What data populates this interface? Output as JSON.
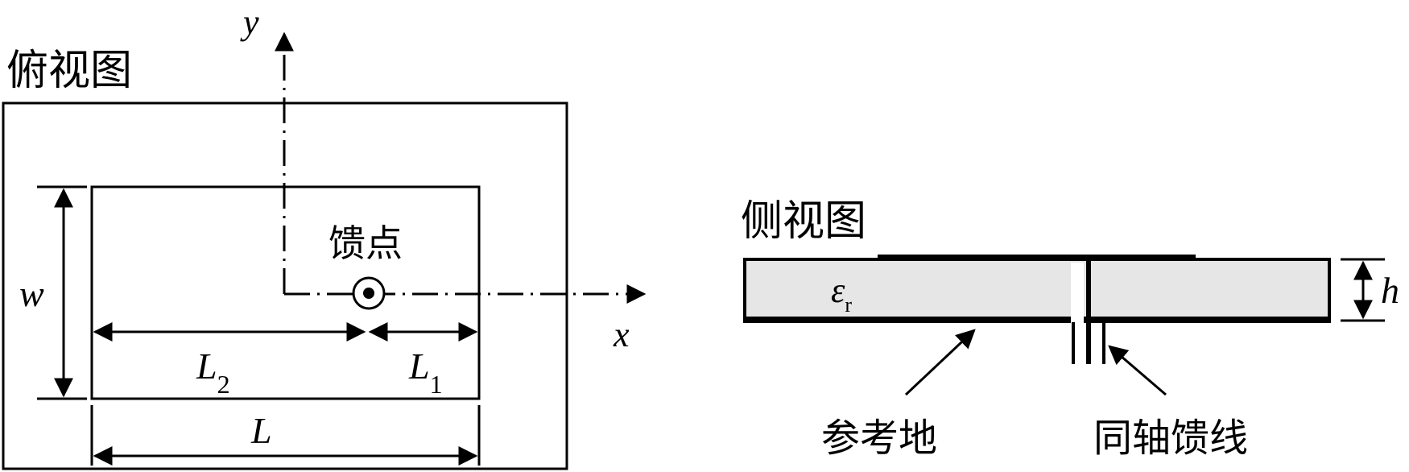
{
  "top_view": {
    "title": "俯视图",
    "feed_label": "馈点",
    "axis_y": "y",
    "axis_x": "x",
    "dim_w": "w",
    "dim_L": "L",
    "dim_L1_main": "L",
    "dim_L1_sub": "1",
    "dim_L2_main": "L",
    "dim_L2_sub": "2"
  },
  "side_view": {
    "title": "侧视图",
    "permittivity_main": "ε",
    "permittivity_sub": "r",
    "dim_h": "h",
    "ground_label": "参考地",
    "coax_label": "同轴馈线"
  },
  "colors": {
    "stroke": "#000000",
    "substrate_fill": "#e6e6e6"
  }
}
